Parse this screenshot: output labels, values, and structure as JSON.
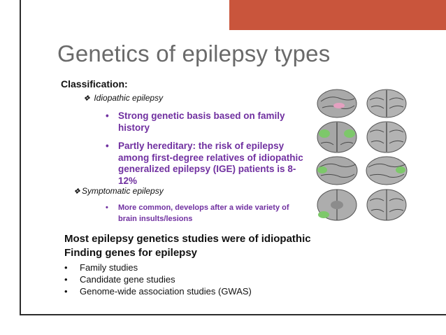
{
  "slide": {
    "title": "Genetics of epilepsy types",
    "classification_heading": "Classification:",
    "items": [
      {
        "label": "Idiopathic epilepsy",
        "bullets": [
          "Strong genetic basis based on family history",
          "Partly hereditary: the risk of epilepsy among first-degree relatives of idiopathic generalized epilepsy (IGE) patients is 8-12%"
        ]
      },
      {
        "label": "Symptomatic epilepsy",
        "bullets": [
          "More common, develops after a wide variety of brain insults/lesions"
        ]
      }
    ],
    "statement_1": "Most epilepsy genetics studies were of idiopathic",
    "statement_2": "Finding genes for epilepsy",
    "methods": [
      "Family studies",
      "Candidate gene studies",
      "Genome-wide association studies (GWAS)"
    ]
  },
  "colors": {
    "accent": "#c9553c",
    "purple_text": "#7030a0",
    "title_gray": "#6a6a6a",
    "brain_highlight_green": "#7dc86a",
    "brain_highlight_pink": "#e4a0c0"
  },
  "icons": {
    "bullet_marker": "diamond-bullet-icon",
    "figure": "brain-scan-image"
  }
}
